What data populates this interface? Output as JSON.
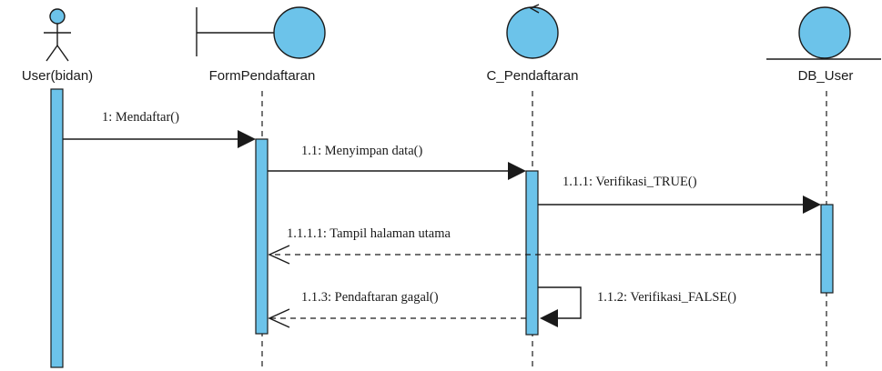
{
  "diagram": {
    "type": "sequence",
    "colors": {
      "fill": "#6cc3ea",
      "stroke": "#1a1a1a",
      "background": "#ffffff"
    },
    "participants": [
      {
        "id": "user",
        "name": "User(bidan)",
        "kind": "actor-icon"
      },
      {
        "id": "form",
        "name": "FormPendaftaran",
        "kind": "boundary-icon"
      },
      {
        "id": "ctrl",
        "name": "C_Pendaftaran",
        "kind": "control-icon"
      },
      {
        "id": "db",
        "name": "DB_User",
        "kind": "entity-icon"
      }
    ],
    "messages": [
      {
        "label": "1: Mendaftar()",
        "from": "user",
        "to": "form",
        "type": "sync"
      },
      {
        "label": "1.1: Menyimpan data()",
        "from": "form",
        "to": "ctrl",
        "type": "sync"
      },
      {
        "label": "1.1.1: Verifikasi_TRUE()",
        "from": "ctrl",
        "to": "db",
        "type": "sync"
      },
      {
        "label": "1.1.1.1: Tampil halaman utama",
        "from": "db",
        "to": "form",
        "type": "return"
      },
      {
        "label": "1.1.2: Verifikasi_FALSE()",
        "from": "ctrl",
        "to": "ctrl",
        "type": "self"
      },
      {
        "label": "1.1.3: Pendaftaran gagal()",
        "from": "ctrl",
        "to": "form",
        "type": "return"
      }
    ]
  }
}
